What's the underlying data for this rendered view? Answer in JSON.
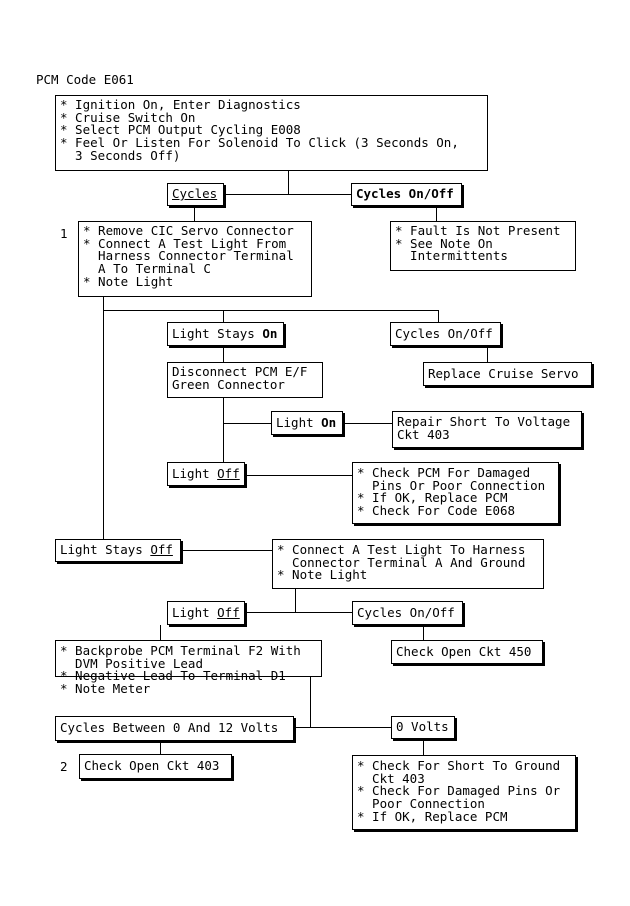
{
  "title": "PCM Code E061",
  "boxes": {
    "b1": [
      "* Ignition On, Enter Diagnostics",
      "* Cruise Switch On",
      "* Select PCM Output Cycling E008",
      "* Feel Or Listen For Solenoid To Click (3 Seconds On,",
      "  3 Seconds Off)"
    ],
    "cycles": "Cycles",
    "cycles_onoff": "Cycles On/Off",
    "b_remove": [
      "* Remove CIC Servo Connector",
      "* Connect A Test Light From",
      "  Harness Connector Terminal",
      "  A To Terminal C",
      "* Note Light"
    ],
    "b_fault": [
      "* Fault Is Not Present",
      "* See Note On",
      "  Intermittents"
    ],
    "light_stays_on": {
      "prefix": "Light Stays ",
      "emph": "On"
    },
    "cycles_onoff_2": "Cycles On/Off",
    "disconnect": [
      "Disconnect PCM E/F",
      "Green Connector"
    ],
    "replace_servo": "Replace Cruise Servo",
    "light_on": {
      "prefix": "Light ",
      "emph": "On"
    },
    "repair_short": [
      "Repair Short To Voltage",
      "Ckt 403"
    ],
    "light_off_1": {
      "prefix": "Light ",
      "emph": "Off"
    },
    "check_pcm": [
      "* Check PCM For Damaged",
      "  Pins Or Poor Connection",
      "* If OK, Replace PCM",
      "* Check For Code E068"
    ],
    "light_stays_off": {
      "prefix": "Light Stays ",
      "emph": "Off"
    },
    "connect_test": [
      "* Connect A Test Light To Harness",
      "  Connector Terminal A And Ground",
      "* Note Light"
    ],
    "light_off_2": {
      "prefix": "Light ",
      "emph": "Off"
    },
    "cycles_onoff_3": "Cycles On/Off",
    "backprobe": [
      "* Backprobe PCM Terminal F2 With",
      "  DVM Positive Lead",
      "* Negative Lead To Terminal D1",
      "* Note Meter"
    ],
    "open_450": "Check Open Ckt 450",
    "cycles_0_12": "Cycles Between 0 And 12 Volts",
    "zero_volts": "0 Volts",
    "open_403": "Check Open Ckt 403",
    "short_ground": [
      "* Check For Short To Ground",
      "  Ckt 403",
      "* Check For Damaged Pins Or",
      "  Poor Connection",
      "* If OK, Replace PCM"
    ]
  },
  "step_numbers": {
    "n1": "1",
    "n2": "2"
  }
}
